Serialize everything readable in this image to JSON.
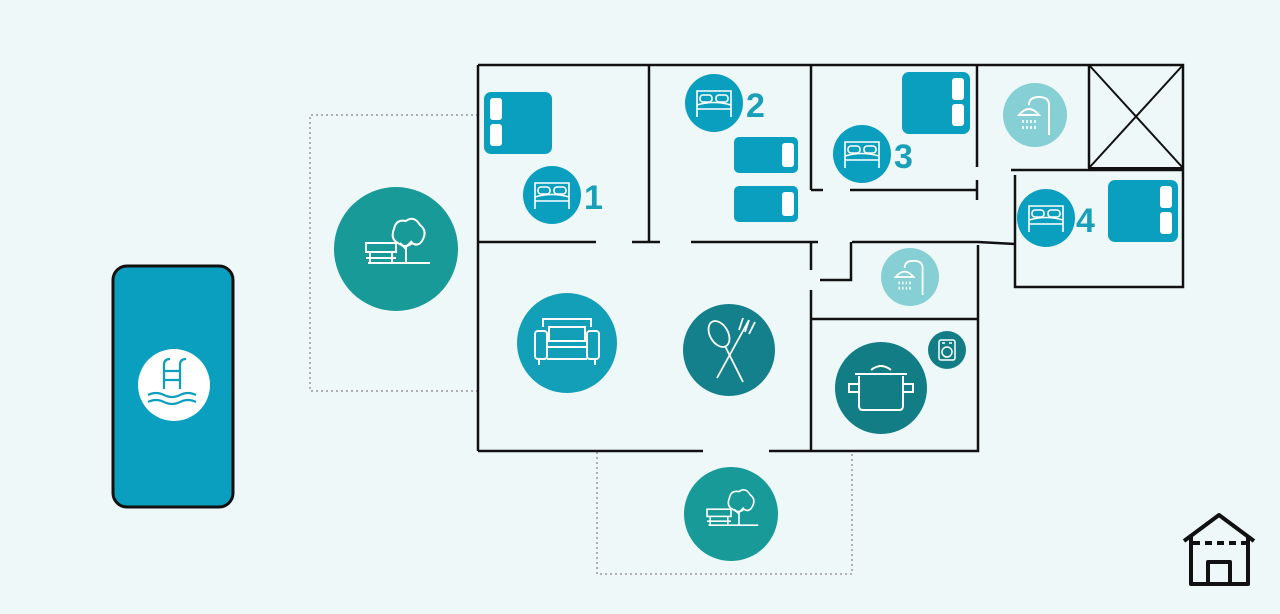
{
  "colors": {
    "background": "#eef8f8",
    "wall": "#111111",
    "dotted_outline": "#b0b0b0",
    "bed_blue": "#0a9fbf",
    "pool_blue": "#0a9fbf",
    "garden_teal": "#179a98",
    "living_blue": "#149fb8",
    "dining_teal": "#13808c",
    "kitchen_teal": "#137d86",
    "bathroom_light": "#86cfd4",
    "number_color": "#1a9fb9",
    "home_icon": "#111111"
  },
  "icons": {
    "pool": "pool-ladder-icon",
    "garden": "garden-bench-tree-icon",
    "living": "armchair-icon",
    "dining": "spoon-fork-icon",
    "kitchen": "cooking-pot-icon",
    "bathroom": "shower-icon",
    "laundry": "washing-machine-icon",
    "bedroom": "double-bed-icon",
    "bed": "single-bed-icon",
    "stairs": "stairwell-cross-icon",
    "home": "house-icon"
  },
  "bedrooms": [
    {
      "number": "1"
    },
    {
      "number": "2"
    },
    {
      "number": "3"
    },
    {
      "number": "4"
    }
  ]
}
